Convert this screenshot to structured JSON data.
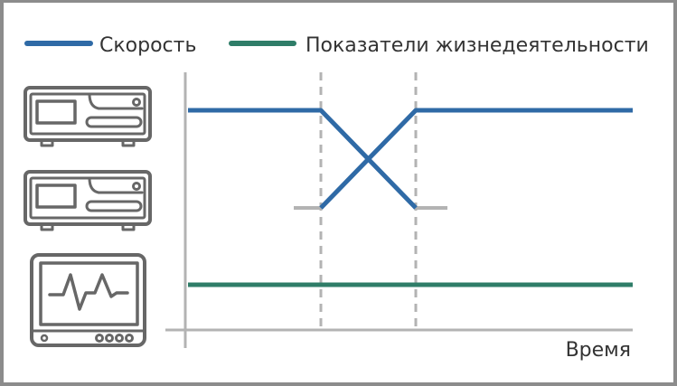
{
  "legend": {
    "speed": {
      "label": "Скорость",
      "color": "#2f6aa6"
    },
    "vitals": {
      "label": "Показатели жизнедеятельности",
      "color": "#2f7d68"
    }
  },
  "axis": {
    "x_label": "Время"
  },
  "icons": [
    "device-unit-icon",
    "device-unit-icon",
    "patient-monitor-icon"
  ]
}
